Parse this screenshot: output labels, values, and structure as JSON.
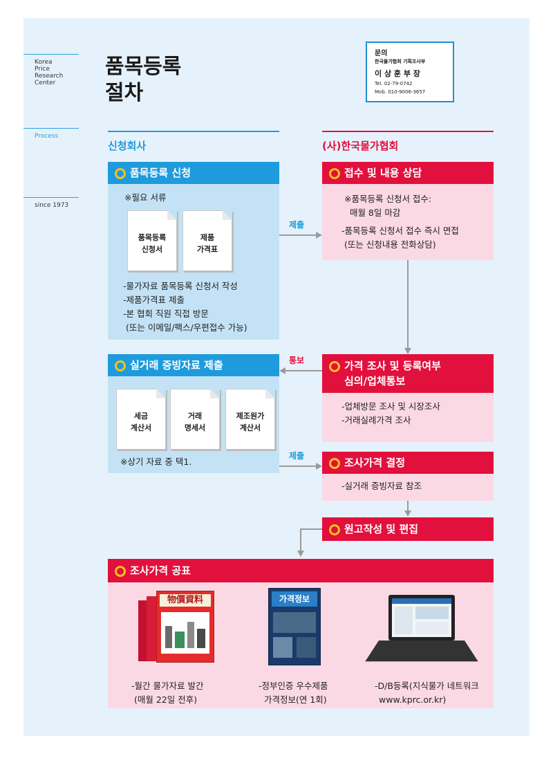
{
  "sidebar": {
    "org_lines": [
      "Korea",
      "Price",
      "Research",
      "Center"
    ],
    "process": "Process",
    "since": "since 1973"
  },
  "title": {
    "line1": "품목등록",
    "line2": "절차"
  },
  "contact": {
    "heading": "문의",
    "dept": "한국물가협회   기획조사부",
    "name": "이  상  훈  부  장",
    "tel": "Tel. 02-79-0742",
    "mobile": "Mob. 010-9006-3657"
  },
  "columns": {
    "left": "신청회사",
    "right": "(사)한국물가협회"
  },
  "colors": {
    "blue": "#1e9bdc",
    "red": "#e2103d",
    "blue_body": "#c4e2f5",
    "pink_body": "#fbd9e4",
    "bullet": "#f4c21e",
    "arrow": "#9a9a9a"
  },
  "apply": {
    "title": "품목등록 신청",
    "note": "※필요 서류",
    "docs": [
      {
        "line1": "품목등록",
        "line2": "신청서"
      },
      {
        "line1": "제품",
        "line2": "가격표"
      }
    ],
    "items": [
      "-물가자료 품목등록 신청서 작성",
      "-제품가격표 제출",
      "-본 협회 직원 직접 방문",
      " (또는 이메일/팩스/우편접수 가능)"
    ]
  },
  "receive": {
    "title": "접수 및 내용 상담",
    "items": [
      "※품목등록 신청서 접수:",
      "  매월 8일 마감",
      "-품목등록 신청서 접수 즉시 면접",
      " (또는 신청내용 전화상담)"
    ]
  },
  "evidence": {
    "title": "실거래 증빙자료 제출",
    "docs": [
      {
        "line1": "세금",
        "line2": "계산서"
      },
      {
        "line1": "거래",
        "line2": "명세서"
      },
      {
        "line1": "제조원가",
        "line2": "계산서"
      }
    ],
    "note": "※상기 자료 중 택1."
  },
  "survey": {
    "title_line1": "가격 조사 및 등록여부",
    "title_line2": "심의/업체통보",
    "items": [
      "-업체방문 조사 및 시장조사",
      "-거래실례가격 조사"
    ]
  },
  "decide": {
    "title": "조사가격 결정",
    "items": [
      "-실거래 증빙자료 참조"
    ]
  },
  "draft": {
    "title": "원고작성 및 편집"
  },
  "publish": {
    "title": "조사가격 공표",
    "products": [
      {
        "line1": "-월간 물가자료 발간",
        "line2": " (매월 22일 전후)",
        "icon": "magazine-stack-icon",
        "cover_text": "物價資料"
      },
      {
        "line1": "-정부인증 우수제품",
        "line2": "가격정보(연 1회)",
        "icon": "price-info-book-icon",
        "cover_text": "가격정보"
      },
      {
        "line1": "-D/B등록(지식물가 네트워크",
        "line2": "www.kprc.or.kr)",
        "icon": "laptop-icon"
      }
    ]
  },
  "arrows": {
    "submit1": "제출",
    "notify": "통보",
    "submit2": "제출"
  }
}
